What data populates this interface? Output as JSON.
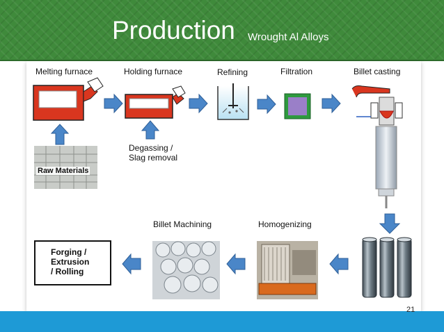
{
  "header": {
    "title": "Production",
    "subtitle": "Wrought Al Alloys"
  },
  "steps": {
    "melting": "Melting furnace",
    "holding": "Holding  furnace",
    "refining": "Refining",
    "filtration": "Filtration",
    "billet_casting": "Billet casting",
    "degassing": "Degassing /\nSlag removal",
    "raw_materials": "Raw Materials",
    "billet_machining": "Billet Machining",
    "homogenizing": "Homogenizing",
    "final": "Forging /\nExtrusion\n/ Rolling"
  },
  "footer": {
    "page_number": "21"
  },
  "colors": {
    "header_green": "#3f8a3b",
    "arrow_blue": "#4a86c8",
    "furnace_red": "#d9361f",
    "filter_green": "#2e9a3e",
    "filter_purple": "#9a7fc8",
    "footer_blue": "#1e9ad6"
  }
}
